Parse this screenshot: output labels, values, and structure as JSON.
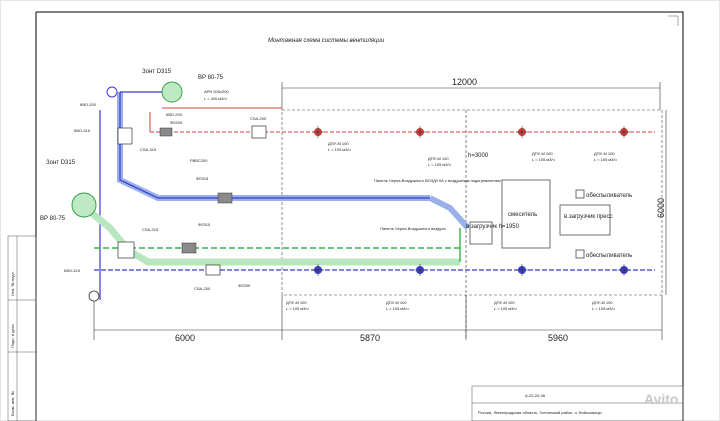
{
  "title": "Монтажная схема системы вентиляции",
  "dimensions": {
    "top_total": "12000",
    "right_total": "6000",
    "bottom_left": "6000",
    "bottom_mid": "5870",
    "bottom_right": "5960"
  },
  "equipment": {
    "mixer": "смеситель",
    "press_loader": "в.загрузчик пресс",
    "dehumidifier_1": "обеспыливатель",
    "dehumidifier_2": "обеспыливатель",
    "room_height": "h=3000",
    "loader_label": "в.загрузчик h=1950"
  },
  "labels": {
    "zont_top": "Зонт D315",
    "vr_top": "ВР 80-75",
    "apn": "АРН 200х200",
    "apn_flow": "L = 420 м3/ч",
    "zont_left": "Зонт D315",
    "vr_left": "ВР 80-75",
    "kvo200_a": "КВО-200",
    "kvo315_a": "КВО-315",
    "kvo200_b": "КВО-200",
    "fl200": "ФЛ200",
    "csa315_a": "CSA-315",
    "csa200_a": "CSA-200",
    "grille": "РВБС200",
    "fl315_a": "ФЛ315",
    "csa315_b": "CSA-315",
    "fl315_b": "ФЛ315",
    "kvo315_b": "КВО-315",
    "csa200_b": "CSA-200",
    "fl200_b": "ФЛ200",
    "note_1": "Панель Черна-Воздушного ВОЗДУХА с воздушным подогревателем",
    "note_2": "Панель Черна-Воздушного воздуха",
    "stamp_code": "А-22-20-08",
    "stamp_address": "Россия, Ленинградская область, Гатчинский район, п. Войсковицы",
    "side_1": "Взам. инв. №",
    "side_2": "Подп. и дата",
    "side_3": "Инв. № подл."
  },
  "diffusers": {
    "top_1_name": "ДПУ-М 100",
    "top_1_flow": "L = 105 м3/ч",
    "top_2_name": "ДПУ-М 100",
    "top_2_flow": "L = 105 м3/ч",
    "top_3_name": "ДПУ-М 100",
    "top_3_flow": "L = 105 м3/ч",
    "top_4_name": "ДПУ-М 100",
    "top_4_flow": "L = 105 м3/ч",
    "bot_1_name": "ДПУ-М 100",
    "bot_1_flow": "L = 105 м3/ч",
    "bot_2_name": "ДПУ-М 100",
    "bot_2_flow": "L = 105 м3/ч",
    "bot_3_name": "ДПУ-М 100",
    "bot_3_flow": "L = 105 м3/ч",
    "bot_4_name": "ДПУ-М 100",
    "bot_4_flow": "L = 105 м3/ч"
  },
  "watermark": "Avito",
  "colors": {
    "supply": "#3b3bd0",
    "exhaust": "#d0403b",
    "green_duct": "#33b34a"
  }
}
